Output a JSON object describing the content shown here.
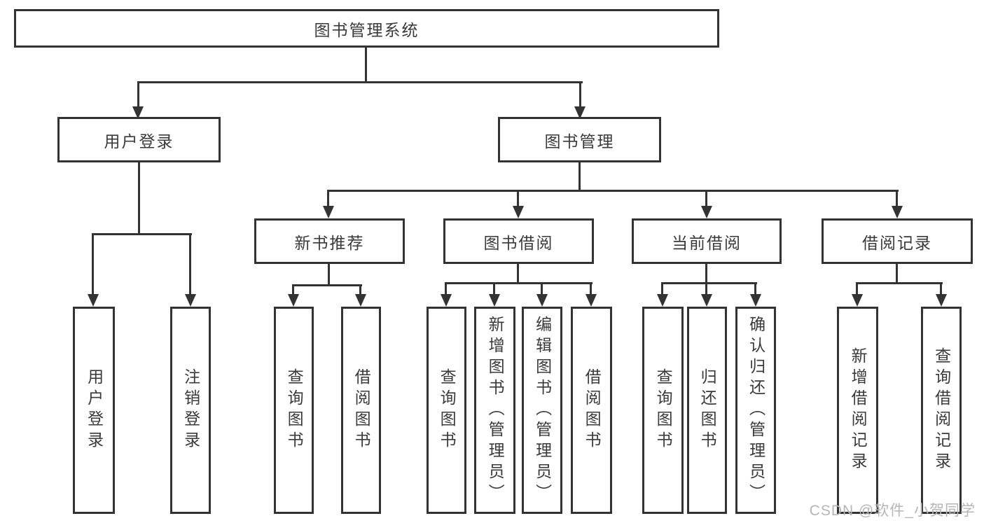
{
  "tree": {
    "label": "图书管理系统",
    "children": [
      {
        "label": "用户登录",
        "children": [
          {
            "label": "用户登录"
          },
          {
            "label": "注销登录"
          }
        ]
      },
      {
        "label": "图书管理",
        "children": [
          {
            "label": "新书推荐",
            "children": [
              {
                "label": "查询图书"
              },
              {
                "label": "借阅图书"
              }
            ]
          },
          {
            "label": "图书借阅",
            "children": [
              {
                "label": "查询图书"
              },
              {
                "label": "新增图书（管理员）"
              },
              {
                "label": "编辑图书（管理员）"
              },
              {
                "label": "借阅图书"
              }
            ]
          },
          {
            "label": "当前借阅",
            "children": [
              {
                "label": "查询图书"
              },
              {
                "label": "归还图书"
              },
              {
                "label": "确认归还（管理员）"
              }
            ]
          },
          {
            "label": "借阅记录",
            "children": [
              {
                "label": "新增借阅记录"
              },
              {
                "label": "查询借阅记录"
              }
            ]
          }
        ]
      }
    ]
  },
  "watermark": {
    "text": "CSDN @软件_小贺同学"
  },
  "colors": {
    "line": "#333333",
    "node_border": "#333333",
    "text": "#3a3a3a",
    "node_background": "#ffffff",
    "page_background": "#ffffff",
    "watermark": "#b5b5b5"
  }
}
